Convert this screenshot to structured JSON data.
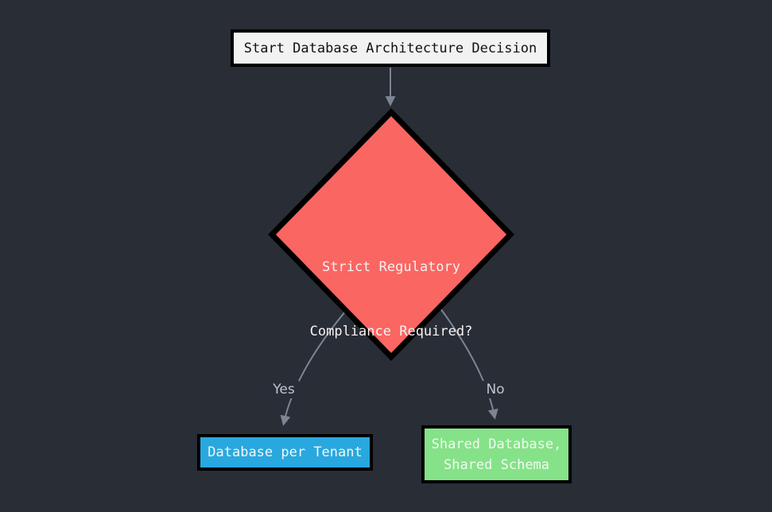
{
  "diagram": {
    "type": "flowchart",
    "background_color": "#282d36",
    "nodes": {
      "start": {
        "shape": "rectangle",
        "label": "Start Database Architecture Decision",
        "fill": "#f2f2f2",
        "border_color": "#000000",
        "text_color": "#111111"
      },
      "decision": {
        "shape": "diamond",
        "line1": "Strict Regulatory",
        "line2": "Compliance Required?",
        "fill": "#fa6662",
        "border_color": "#000000",
        "text_color": "#f7f2f2"
      },
      "db_per_tenant": {
        "shape": "rectangle",
        "label": "Database per Tenant",
        "fill": "#29a8df",
        "border_color": "#000000",
        "text_color": "#f5f5f5"
      },
      "shared_db": {
        "shape": "rectangle",
        "line1": "Shared Database,",
        "line2": "Shared Schema",
        "fill": "#85e288",
        "border_color": "#000000",
        "text_color": "#f0faf0"
      }
    },
    "edges": {
      "start_to_decision": {
        "label": "",
        "from": "start",
        "to": "decision"
      },
      "decision_to_db_per_tenant": {
        "label": "Yes",
        "from": "decision",
        "to": "db_per_tenant"
      },
      "decision_to_shared_db": {
        "label": "No",
        "from": "decision",
        "to": "shared_db"
      },
      "arrow_color": "#7d8593",
      "label_text_color": "#c0c5ce"
    }
  }
}
